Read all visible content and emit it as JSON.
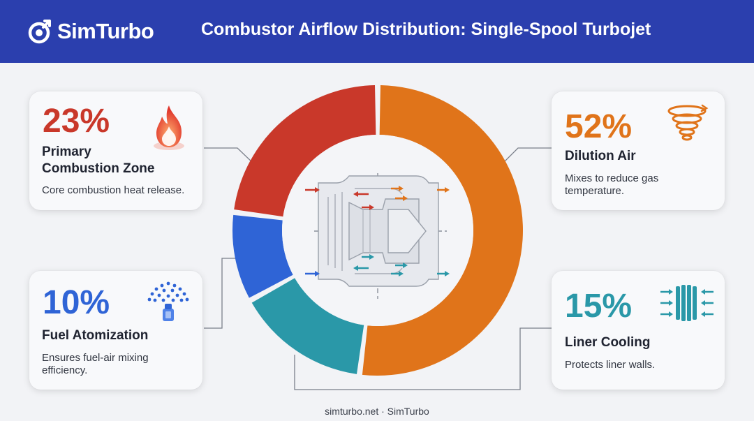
{
  "header": {
    "brand": "SimTurbo",
    "title": "Combustor Airflow Distribution: Single-Spool Turbojet"
  },
  "cards": {
    "primary": {
      "pct": "23%",
      "title_line1": "Primary",
      "title_line2": "Combustion Zone",
      "desc": "Core combustion heat release.",
      "icon": "flame-icon"
    },
    "dilution": {
      "pct": "52%",
      "title": "Dilution Air",
      "desc_line1": "Mixes to reduce gas",
      "desc_line2": "temperature.",
      "icon": "swirl-icon"
    },
    "fuel": {
      "pct": "10%",
      "title": "Fuel Atomization",
      "desc_line1": "Ensures fuel-air mixing",
      "desc_line2": "efficiency.",
      "icon": "spray-nozzle-icon"
    },
    "liner": {
      "pct": "15%",
      "title": "Liner Cooling",
      "desc": "Protects liner walls.",
      "icon": "liner-cooling-icon"
    }
  },
  "chart_data": {
    "type": "pie",
    "donut": true,
    "title": "Combustor Airflow Distribution: Single-Spool Turbojet",
    "slices": [
      {
        "label": "Dilution Air",
        "value": 52,
        "color": "#e0741a"
      },
      {
        "label": "Liner Cooling",
        "value": 15,
        "color": "#2a98a8"
      },
      {
        "label": "Fuel Atomization",
        "value": 10,
        "color": "#2f64d6"
      },
      {
        "label": "Primary Combustion Zone",
        "value": 23,
        "color": "#c9382a"
      }
    ]
  },
  "colors": {
    "header_bg": "#2b3fae",
    "primary": "#c9382a",
    "dilution": "#e0741a",
    "fuel": "#2f64d6",
    "liner": "#2a98a8"
  },
  "footer": {
    "text": "simturbo.net · SimTurbo"
  }
}
